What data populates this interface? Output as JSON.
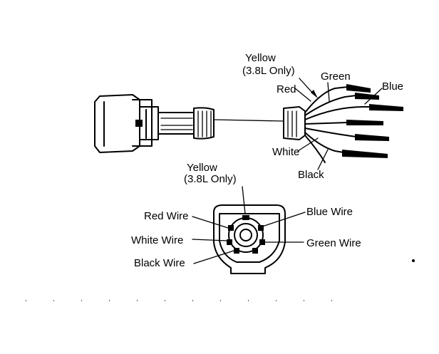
{
  "connector_side": {
    "labels": {
      "yellow": "Yellow",
      "yellow_note": "(3.8L Only)",
      "red": "Red",
      "green": "Green",
      "blue": "Blue",
      "white": "White",
      "black": "Black"
    }
  },
  "switch_face": {
    "labels": {
      "yellow": "Yellow",
      "yellow_note": "(3.8L Only)",
      "red_wire": "Red Wire",
      "white_wire": "White Wire",
      "black_wire": "Black Wire",
      "blue_wire": "Blue Wire",
      "green_wire": "Green Wire"
    }
  },
  "colors": {
    "ink": "#000000",
    "paper": "#ffffff"
  }
}
